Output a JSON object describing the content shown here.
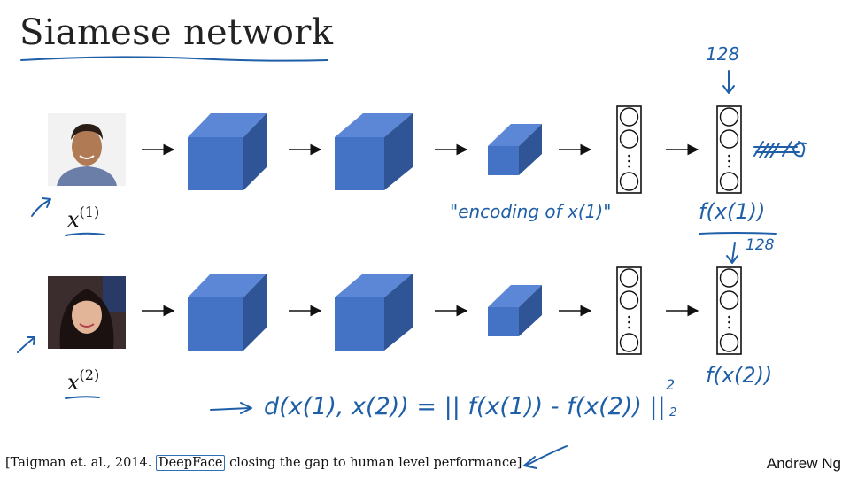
{
  "slide": {
    "title": "Siamese network",
    "author": "Andrew Ng"
  },
  "citation": {
    "prefix": "[Taigman et. al., 2014. ",
    "highlight": "DeepFace",
    "suffix": " closing the gap to human level performance]"
  },
  "inputs": [
    {
      "label": "x",
      "superscript": "(1)"
    },
    {
      "label": "x",
      "superscript": "(2)"
    }
  ],
  "annotations": {
    "dim_top": "128",
    "dim_bottom": "128",
    "encoding_note": "\"encoding of x(1)\"",
    "f_top": "f(x(1))",
    "f_bottom": "f(x(2))",
    "distance_eq": "d(x(1), x(2)) = || f(x(1)) - f(x(2)) ||",
    "norm_power": "2",
    "norm_sub": "2"
  },
  "colors": {
    "cube_front": "#4472c4",
    "cube_top": "#5b87d6",
    "cube_side": "#2f5597",
    "handwriting": "#1f5fa8"
  }
}
